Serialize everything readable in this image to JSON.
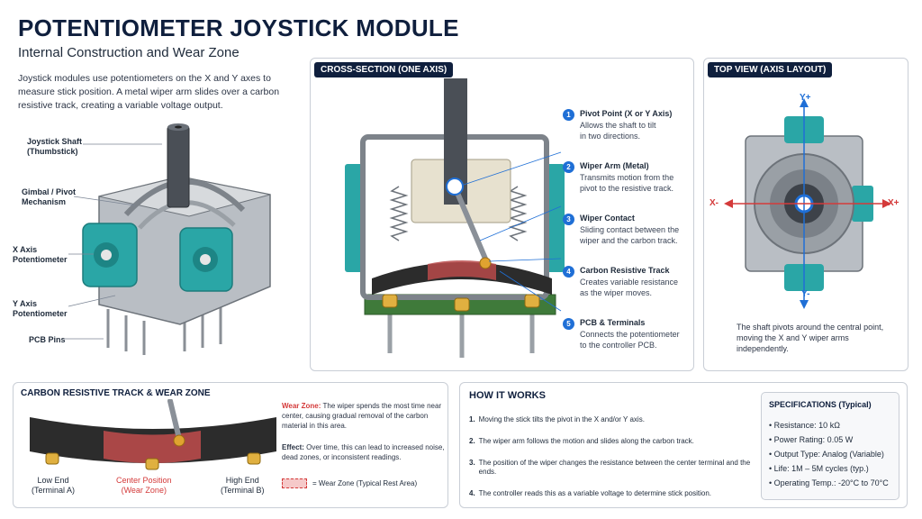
{
  "header": {
    "title": "POTENTIOMETER JOYSTICK MODULE",
    "subtitle": "Internal Construction and Wear Zone",
    "intro": "Joystick modules use potentiometers on the X and Y axes to measure stick position. A metal wiper arm slides over a carbon resistive track, creating a variable voltage output."
  },
  "left_callouts": [
    {
      "line1": "Joystick Shaft",
      "line2": "(Thumbstick)"
    },
    {
      "line1": "Gimbal / Pivot",
      "line2": "Mechanism"
    },
    {
      "line1": "X Axis",
      "line2": "Potentiometer"
    },
    {
      "line1": "Y Axis",
      "line2": "Potentiometer"
    },
    {
      "line1": "PCB Pins",
      "line2": ""
    }
  ],
  "cross_section": {
    "tag": "CROSS-SECTION (ONE AXIS)",
    "steps": [
      {
        "num": "1",
        "title": "Pivot Point (X or Y Axis)",
        "desc1": "Allows the shaft to tilt",
        "desc2": "in two directions."
      },
      {
        "num": "2",
        "title": "Wiper Arm (Metal)",
        "desc1": "Transmits motion from the",
        "desc2": "pivot to the resistive track."
      },
      {
        "num": "3",
        "title": "Wiper Contact",
        "desc1": "Sliding contact between the",
        "desc2": "wiper and the carbon track."
      },
      {
        "num": "4",
        "title": "Carbon Resistive Track",
        "desc1": "Creates variable resistance",
        "desc2": "as the wiper moves."
      },
      {
        "num": "5",
        "title": "PCB & Terminals",
        "desc1": "Connects the potentiometer",
        "desc2": "to the controller PCB."
      }
    ]
  },
  "top_view": {
    "tag": "TOP VIEW (AXIS LAYOUT)",
    "y_plus": "Y+",
    "y_minus": "Y-",
    "x_plus": "X+",
    "x_minus": "X-",
    "caption": "The shaft pivots around the central point, moving the X and Y wiper arms independently."
  },
  "wear_track": {
    "tag": "CARBON RESISTIVE TRACK & WEAR ZONE",
    "low_end": "Low End",
    "low_end_sub": "(Terminal A)",
    "center": "Center Position",
    "center_sub": "(Wear Zone)",
    "high_end": "High End",
    "high_end_sub": "(Terminal B)",
    "wear_label": "Wear Zone:",
    "wear_text": "The wiper spends the most time near center, causing gradual removal of the carbon material in this area.",
    "effect_label": "Effect:",
    "effect_text": "Over time, this can lead to increased noise, dead zones, or inconsistent readings.",
    "legend": "= Wear Zone (Typical Rest Area)"
  },
  "how_it_works": {
    "title": "HOW IT WORKS",
    "items": [
      "Moving the stick tilts the pivot in the X and/or Y axis.",
      "The wiper arm follows the motion and slides along the carbon track.",
      "The position of the wiper changes the resistance between the center terminal and the ends.",
      "The controller reads this as a variable voltage to determine stick position."
    ],
    "nums": [
      "1.",
      "2.",
      "3.",
      "4."
    ]
  },
  "specs": {
    "title": "SPECIFICATIONS (Typical)",
    "items": [
      "Resistance: 10 kΩ",
      "Power Rating: 0.05 W",
      "Output Type: Analog (Variable)",
      "Life: 1M – 5M cycles (typ.)",
      "Operating Temp.: -20°C to 70°C"
    ]
  },
  "colors": {
    "navy": "#0f1f3d",
    "accent_blue": "#1f6fd6",
    "teal": "#2aa6a6",
    "wear_red": "#d43a3a",
    "carbon": "#2c2c2c"
  }
}
